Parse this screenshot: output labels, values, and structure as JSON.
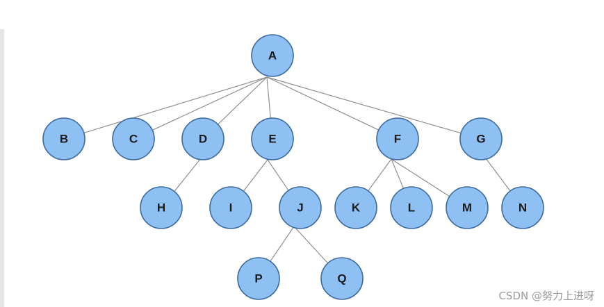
{
  "watermark": "CSDN @努力上进呀",
  "colors": {
    "node_fill": "#8fc0f3",
    "node_stroke": "#3c6a9c",
    "edge": "#8f8f8f",
    "label": "#1b1b1b"
  },
  "tree": {
    "nodes": [
      {
        "id": "A",
        "label": "A"
      },
      {
        "id": "B",
        "label": "B"
      },
      {
        "id": "C",
        "label": "C"
      },
      {
        "id": "D",
        "label": "D"
      },
      {
        "id": "E",
        "label": "E"
      },
      {
        "id": "F",
        "label": "F"
      },
      {
        "id": "G",
        "label": "G"
      },
      {
        "id": "H",
        "label": "H"
      },
      {
        "id": "I",
        "label": "I"
      },
      {
        "id": "J",
        "label": "J"
      },
      {
        "id": "K",
        "label": "K"
      },
      {
        "id": "L",
        "label": "L"
      },
      {
        "id": "M",
        "label": "M"
      },
      {
        "id": "N",
        "label": "N"
      },
      {
        "id": "P",
        "label": "P"
      },
      {
        "id": "Q",
        "label": "Q"
      }
    ],
    "edges": [
      [
        "A",
        "B"
      ],
      [
        "A",
        "C"
      ],
      [
        "A",
        "D"
      ],
      [
        "A",
        "E"
      ],
      [
        "A",
        "F"
      ],
      [
        "A",
        "G"
      ],
      [
        "D",
        "H"
      ],
      [
        "E",
        "I"
      ],
      [
        "E",
        "J"
      ],
      [
        "F",
        "K"
      ],
      [
        "F",
        "L"
      ],
      [
        "F",
        "M"
      ],
      [
        "G",
        "N"
      ],
      [
        "J",
        "P"
      ],
      [
        "J",
        "Q"
      ]
    ]
  }
}
